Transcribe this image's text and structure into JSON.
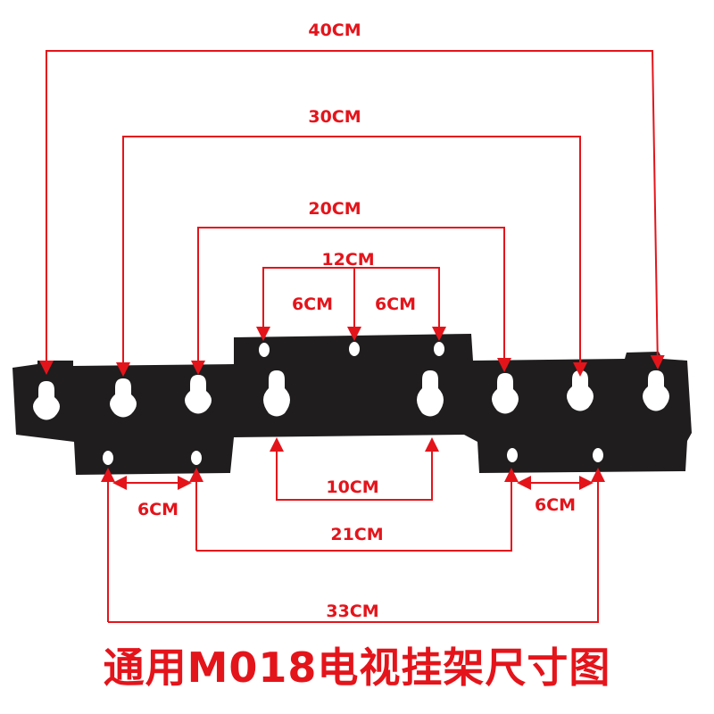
{
  "dimensions": {
    "top_40": "40CM",
    "top_30": "30CM",
    "top_20": "20CM",
    "top_12": "12CM",
    "top_6_left": "6CM",
    "top_6_right": "6CM",
    "mid_10": "10CM",
    "bottom_6_left": "6CM",
    "bottom_6_right": "6CM",
    "bottom_21": "21CM",
    "bottom_33": "33CM"
  },
  "title": "通用M018电视挂架尺寸图",
  "colors": {
    "accent": "#e4141b",
    "bracket": "#1c1a1b"
  }
}
